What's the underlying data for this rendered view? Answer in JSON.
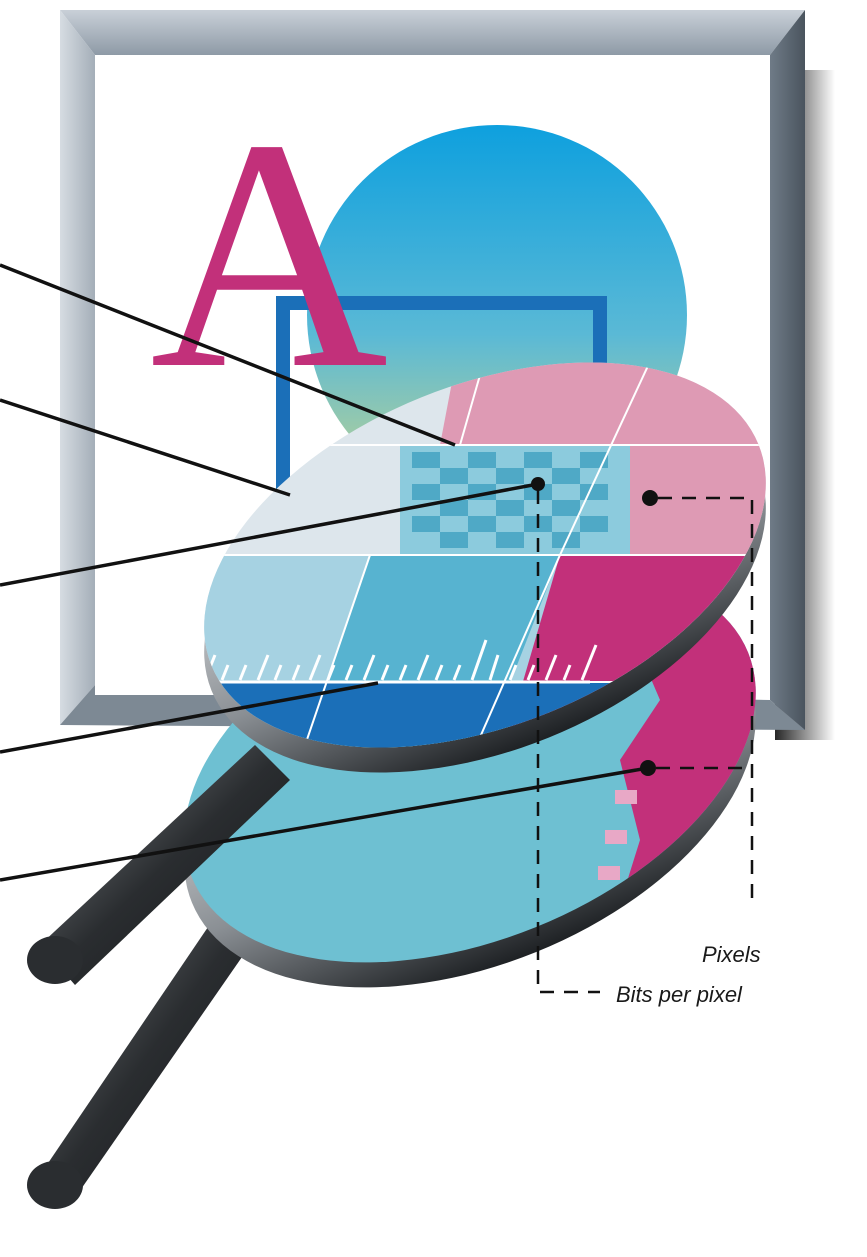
{
  "illustration": {
    "glyph": "A",
    "colors": {
      "magenta": "#C2307A",
      "cyan": "#11A3DD",
      "blue": "#1B6FB8",
      "frame_gray": "#8E9AA6",
      "lens_pink": "#DE9AB4"
    }
  },
  "labels": {
    "pixels": "Pixels",
    "bits_per_pixel": "Bits per pixel"
  }
}
